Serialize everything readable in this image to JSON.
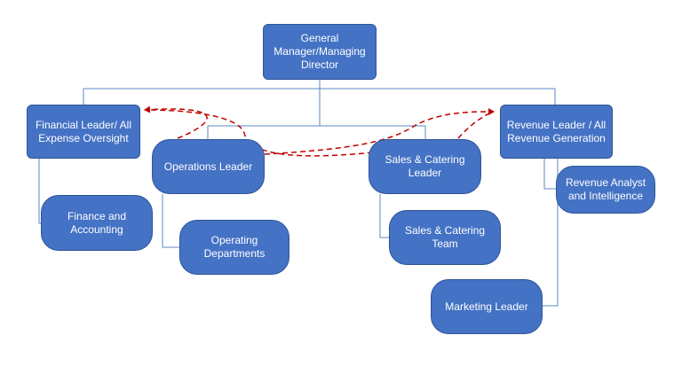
{
  "colors": {
    "box_fill": "#4472c4",
    "connector": "#5b87c5",
    "dashed_arrow": "#c00000"
  },
  "nodes": {
    "gm": "General\nManager/Managing\nDirector",
    "financial_leader": "Financial Leader/ All\nExpense Oversight",
    "operations_leader": "Operations Leader",
    "sales_catering_leader": "Sales & Catering\nLeader",
    "revenue_leader": "Revenue Leader / All\nRevenue Generation",
    "finance_accounting": "Finance and\nAccounting",
    "operating_departments": "Operating\nDepartments",
    "sales_catering_team": "Sales & Catering\nTeam",
    "revenue_analyst": "Revenue Analyst\nand Intelligence",
    "marketing_leader": "Marketing Leader"
  }
}
